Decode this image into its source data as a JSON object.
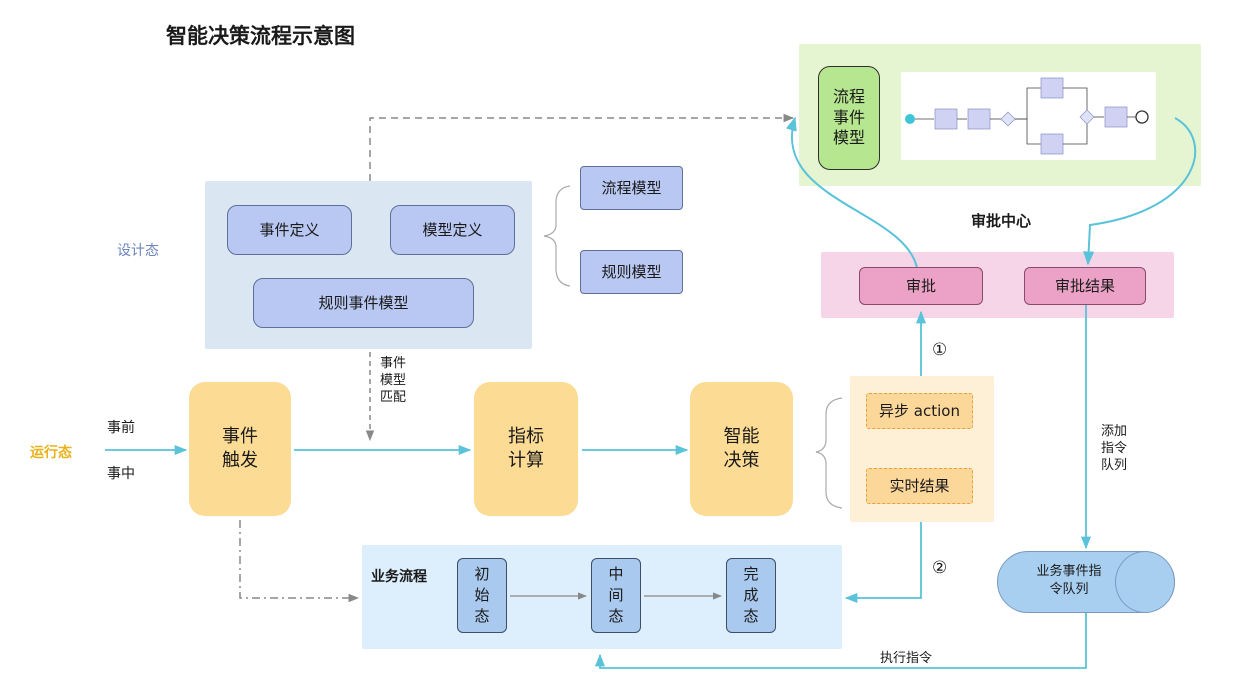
{
  "title": "智能决策流程示意图",
  "colors": {
    "design_panel": "#dbe6f3",
    "approval_panel": "#e5f5d2",
    "pink_panel": "#f6d5e9",
    "orange_panel": "#fdf0d6",
    "flow_panel": "#ddeefd",
    "arrow": "#5ac2d9"
  },
  "design": {
    "label": "设计态",
    "event_def": "事件定义",
    "model_def": "模型定义",
    "rule_event_model": "规则事件模型",
    "flow_model": "流程模型",
    "rule_model": "规则模型",
    "match_label": [
      "事件",
      "模型",
      "匹配"
    ]
  },
  "runtime": {
    "label": "运行态",
    "before": "事前",
    "during": "事中",
    "event_trigger": [
      "事件",
      "触发"
    ],
    "metric_calc": [
      "指标",
      "计算"
    ],
    "smart_decision": [
      "智能",
      "决策"
    ],
    "async_action": "异步 action",
    "realtime_result": "实时结果"
  },
  "approval": {
    "process_model": [
      "流程",
      "事件",
      "模型"
    ],
    "center_label": "审批中心",
    "approve": "审批",
    "approve_result": "审批结果",
    "step1": "①",
    "step2": "②",
    "add_queue": [
      "添加",
      "指令",
      "队列"
    ],
    "queue": [
      "业务事件指",
      "令队列"
    ],
    "exec_cmd": "执行指令"
  },
  "flow": {
    "label": "业务流程",
    "initial": [
      "初",
      "始",
      "态"
    ],
    "middle": [
      "中",
      "间",
      "态"
    ],
    "done": [
      "完",
      "成",
      "态"
    ]
  }
}
